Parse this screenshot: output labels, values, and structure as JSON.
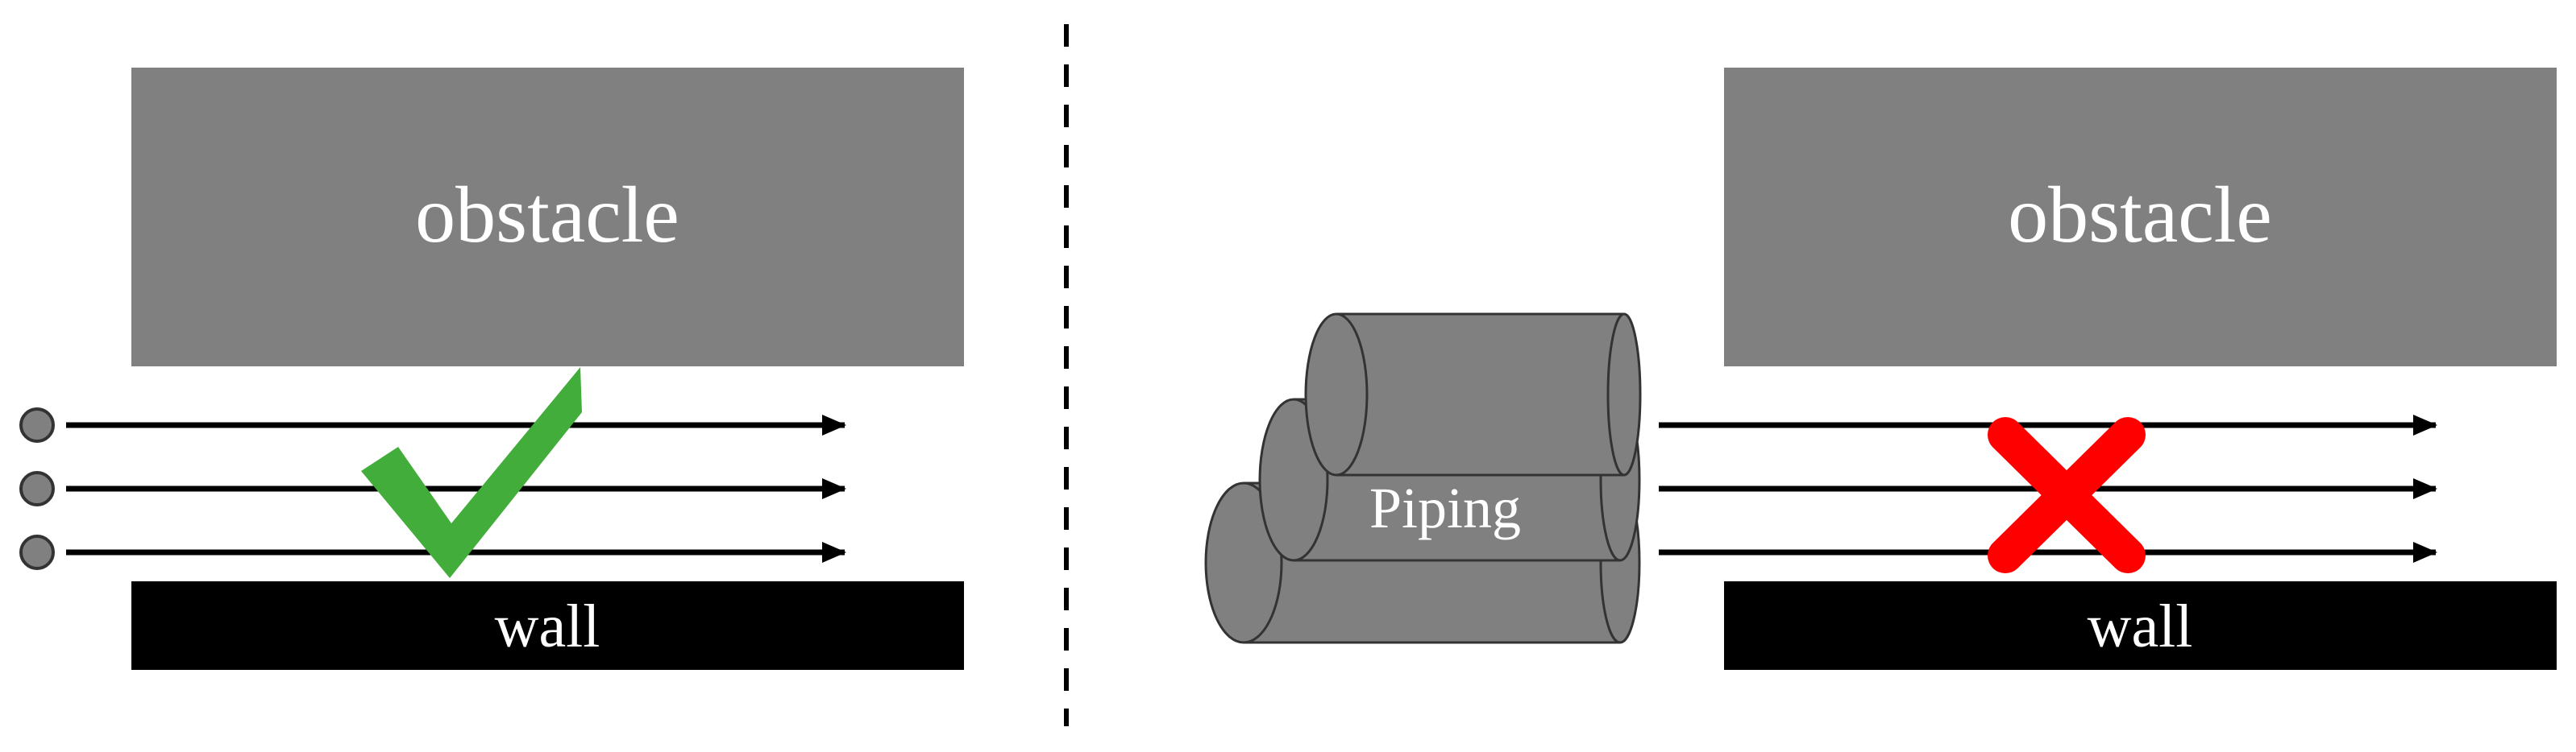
{
  "diagram": {
    "left_panel": {
      "obstacle_label": "obstacle",
      "wall_label": "wall",
      "status": "check-mark-icon",
      "status_color": "#43ad3b"
    },
    "right_panel": {
      "obstacle_label": "obstacle",
      "wall_label": "wall",
      "piping_label": "Piping",
      "status": "cross-mark-icon",
      "status_color": "#ff0000"
    },
    "colors": {
      "obstacle": "#808080",
      "wall": "#000000",
      "piping": "#808080",
      "arrows": "#000000",
      "divider": "#000000",
      "label_light": "#ffffff"
    }
  }
}
